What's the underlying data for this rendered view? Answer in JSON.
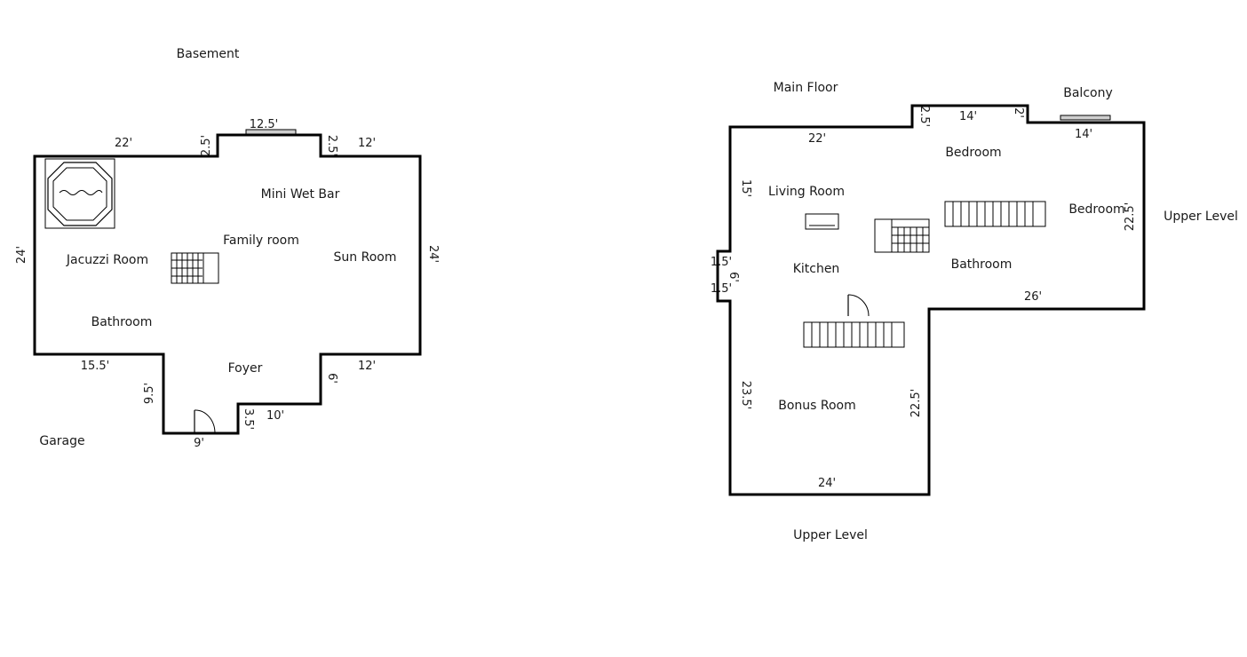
{
  "floors": {
    "basement": {
      "title": "Basement",
      "rooms": {
        "jacuzzi_room": "Jacuzzi Room",
        "family_room": "Family room",
        "mini_wet_bar": "Mini Wet Bar",
        "sun_room": "Sun Room",
        "bathroom": "Bathroom",
        "foyer": "Foyer",
        "garage": "Garage"
      },
      "dimensions": {
        "top_left": "22'",
        "notch_left": "2.5'",
        "notch_top": "12.5'",
        "notch_right": "2.5'",
        "top_right": "12'",
        "left": "24'",
        "right": "24'",
        "bottom_left": "15.5'",
        "foyer_left": "9.5'",
        "foyer_bottom": "9'",
        "foyer_step": "3.5'",
        "foyer_step_bottom": "10'",
        "right_step": "6'",
        "bottom_right": "12'"
      }
    },
    "main": {
      "title": "Main Floor",
      "balcony": "Balcony",
      "upper_level_right": "Upper Level",
      "upper_level_bottom": "Upper Level",
      "rooms": {
        "living_room": "Living Room",
        "kitchen": "Kitchen",
        "bedroom_center": "Bedroom",
        "bedroom_right": "Bedroom",
        "bathroom": "Bathroom",
        "bonus_room": "Bonus Room"
      },
      "dimensions": {
        "top_left": "22'",
        "notch_left": "2.5'",
        "notch_top": "14'",
        "notch_right": "2'",
        "top_right": "14'",
        "left_upper": "15'",
        "bump_top": "1.5'",
        "bump_side": "6'",
        "bump_bottom": "1.5'",
        "left_lower": "23.5'",
        "bottom": "24'",
        "inner_vertical": "22.5'",
        "inner_horizontal": "26'",
        "right": "22.5'"
      }
    }
  }
}
